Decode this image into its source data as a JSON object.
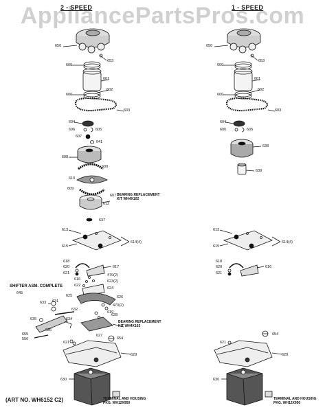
{
  "watermark": "AppliancePartsPros.com",
  "titles": {
    "left": "2 - SPEED",
    "right": "1 - SPEED"
  },
  "notes": {
    "bearing1_l1": "BEARING REPLACEMENT",
    "bearing1_l2": "KIT WH4X102",
    "bearing2_l1": "BEARING REPLACEMENT",
    "bearing2_l2": "KIT WH4X102",
    "terminal_left_l1": "TERMINAL AND HOUSING",
    "terminal_left_l2": "PKG. WH12X950",
    "terminal_right_l1": "TERMINAL AND HOUSING",
    "terminal_right_l2": "PKG. WH12X950",
    "shifter": "SHIFTER ASM. COMPLETE",
    "art": "(ART NO. WH6152 C2)"
  },
  "labels": {
    "l650": "650",
    "l653": "653",
    "l600": "600",
    "l601": "601",
    "l600b": "600",
    "l602": "602",
    "l603": "603",
    "l604": "604",
    "l606": "606",
    "l605": "605",
    "l607": "607",
    "l641": "641",
    "l608": "608",
    "l609": "609",
    "l610": "610",
    "l609b": "609",
    "l607b": "607",
    "l612": "612",
    "l637": "637",
    "l613": "613",
    "l614": "614(4)",
    "l615": "615",
    "l618": "618",
    "l620": "620",
    "l621": "621",
    "l617": "617",
    "l616": "616",
    "l470": "470(2)",
    "l623": "623(2)",
    "l622": "622",
    "l624": "624",
    "l625": "625",
    "l626": "626",
    "l4702": "470(2)",
    "l619": "619",
    "l627": "627",
    "l628": "628",
    "l645": "645",
    "l633": "633",
    "l631": "631",
    "l632": "632",
    "l635": "635",
    "l634": "634",
    "l636": "636",
    "l655": "655",
    "l556": "556",
    "l654": "654",
    "l621b": "621",
    "l629": "629",
    "l630": "630",
    "r650": "650",
    "r653": "653",
    "r600": "600",
    "r601": "601",
    "r600b": "600",
    "r602": "602",
    "r603": "603",
    "r604": "604",
    "r606": "606",
    "r605": "605",
    "r638": "638",
    "r639": "639",
    "r613": "613",
    "r614": "614(4)",
    "r615": "615",
    "r618": "618",
    "r620": "620",
    "r621": "621",
    "r616": "616",
    "r654": "654",
    "r621b": "621",
    "r629": "629",
    "r630": "630"
  }
}
